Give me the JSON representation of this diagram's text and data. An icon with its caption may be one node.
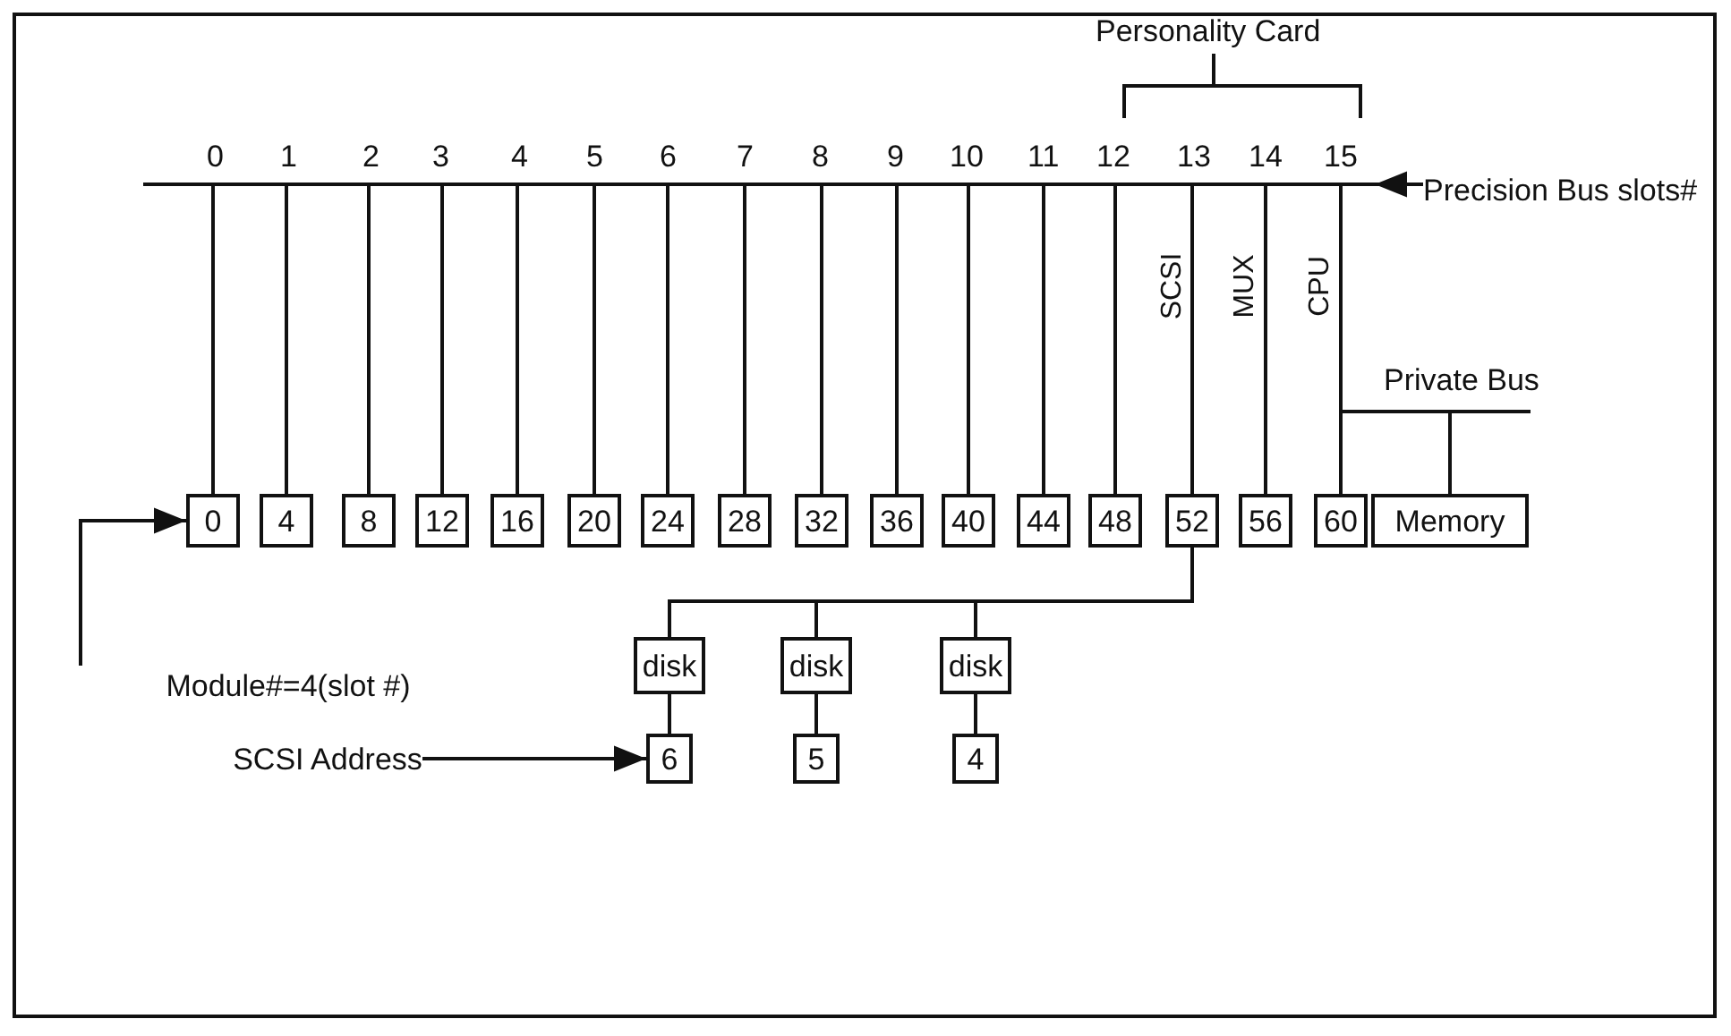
{
  "diagram": {
    "nodes": [
      {
        "text": [],
        "shape": "bar"
      },
      {
        "text": [
          "Precision Bus slots#"
        ]
      },
      {
        "text": [],
        "shape": "bar",
        "beside": [
          "Private Bus"
        ]
      },
      {
        "text": [
          "0"
        ]
      },
      {
        "text": [
          "4"
        ]
      },
      {
        "text": [
          "8"
        ]
      },
      {
        "text": [
          "12"
        ]
      },
      {
        "text": [
          "16"
        ]
      },
      {
        "text": [
          "20"
        ]
      },
      {
        "text": [
          "24"
        ]
      },
      {
        "text": [
          "28"
        ]
      },
      {
        "text": [
          "32"
        ]
      },
      {
        "text": [
          "36"
        ]
      },
      {
        "text": [
          "40"
        ]
      },
      {
        "text": [
          "44"
        ]
      },
      {
        "text": [
          "48"
        ]
      },
      {
        "text": [
          "52"
        ]
      },
      {
        "text": [
          "56"
        ]
      },
      {
        "text": [
          "60"
        ]
      },
      {
        "text": [
          "Memory"
        ]
      },
      {
        "text": [
          "Module#=4(slot #)"
        ]
      },
      {
        "text": [
          "disk"
        ]
      },
      {
        "text": [
          "disk"
        ]
      },
      {
        "text": [
          "disk"
        ]
      },
      {
        "text": [
          "SCSI Address"
        ]
      },
      {
        "text": [
          "6"
        ]
      },
      {
        "text": [
          "5"
        ]
      },
      {
        "text": [
          "4"
        ]
      }
    ],
    "edges": [
      {
        "from": 1,
        "to": 0,
        "arrow": "to"
      },
      {
        "from": 0,
        "to": 3,
        "arrow": "none"
      },
      {
        "from": 0,
        "to": 4,
        "arrow": "none"
      },
      {
        "from": 0,
        "to": 5,
        "arrow": "none"
      },
      {
        "from": 0,
        "to": 6,
        "arrow": "none"
      },
      {
        "from": 0,
        "to": 7,
        "arrow": "none"
      },
      {
        "from": 0,
        "to": 8,
        "arrow": "none"
      },
      {
        "from": 0,
        "to": 9,
        "arrow": "none"
      },
      {
        "from": 0,
        "to": 10,
        "arrow": "none"
      },
      {
        "from": 0,
        "to": 11,
        "arrow": "none"
      },
      {
        "from": 0,
        "to": 12,
        "arrow": "none"
      },
      {
        "from": 0,
        "to": 13,
        "arrow": "none"
      },
      {
        "from": 0,
        "to": 14,
        "arrow": "none"
      },
      {
        "from": 0,
        "to": 15,
        "arrow": "none"
      },
      {
        "from": 0,
        "to": 16,
        "arrow": "none",
        "label": "SCSI"
      },
      {
        "from": 0,
        "to": 17,
        "arrow": "none",
        "label": "MUX"
      },
      {
        "from": 0,
        "to": 18,
        "arrow": "none",
        "label": "CPU"
      },
      {
        "from": 18,
        "to": 2,
        "arrow": "none"
      },
      {
        "from": 2,
        "to": 19,
        "arrow": "none"
      },
      {
        "from": 20,
        "to": 3,
        "arrow": "to"
      },
      {
        "from": 16,
        "to": 21,
        "arrow": "none"
      },
      {
        "from": 16,
        "to": 22,
        "arrow": "none"
      },
      {
        "from": 16,
        "to": 23,
        "arrow": "none"
      },
      {
        "from": 21,
        "to": 25,
        "arrow": "none"
      },
      {
        "from": 22,
        "to": 26,
        "arrow": "none"
      },
      {
        "from": 23,
        "to": 27,
        "arrow": "none"
      },
      {
        "from": 24,
        "to": 25,
        "arrow": "to"
      }
    ],
    "labels": [
      "Personality Card",
      "0",
      "1",
      "2",
      "3",
      "4",
      "5",
      "6",
      "7",
      "8",
      "9",
      "10",
      "11",
      "12",
      "13",
      "14",
      "15"
    ]
  }
}
